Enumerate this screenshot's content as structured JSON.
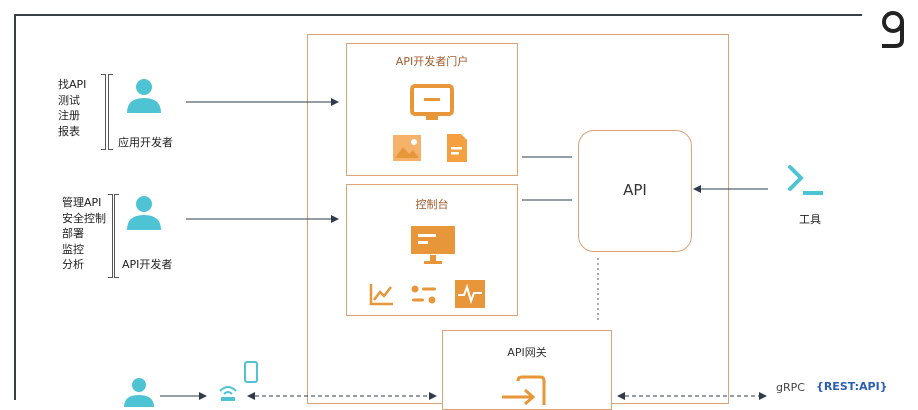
{
  "roles": [
    {
      "tasks": [
        "找API",
        "测试",
        "注册",
        "报表"
      ],
      "name": "应用开发者"
    },
    {
      "tasks": [
        "管理API",
        "安全控制",
        "部署",
        "监控",
        "分析"
      ],
      "name": "API开发者"
    }
  ],
  "portal": {
    "title": "API开发者门户"
  },
  "console": {
    "title": "控制台"
  },
  "api": {
    "label": "API"
  },
  "tools": {
    "label": "工具"
  },
  "gateway": {
    "title": "API网关"
  },
  "protocols": {
    "grpc": "gRPC",
    "rest": "{REST:API}"
  },
  "colors": {
    "person": "#4ec3d4",
    "accent": "#e8963a",
    "border": "#e0a377",
    "frame": "#3a3f45"
  }
}
